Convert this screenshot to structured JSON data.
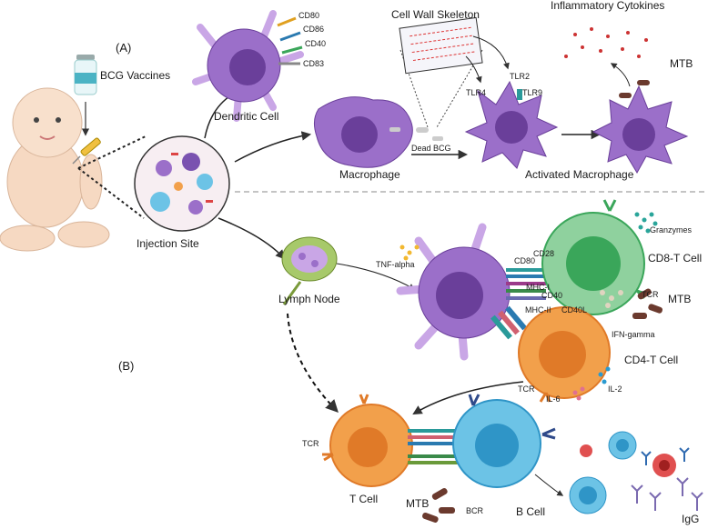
{
  "panels": {
    "a": "(A)",
    "b": "(B)"
  },
  "top": {
    "vaccine": "BCG Vaccines",
    "injection_site": "Injection Site",
    "dendritic_cell": "Dendritic Cell",
    "cd80": "CD80",
    "cd86": "CD86",
    "cd40": "CD40",
    "cd83": "CD83",
    "macrophage": "Macrophage",
    "dead_bcg": "Dead BCG",
    "cell_wall": "Cell Wall Skeleton",
    "tlr2": "TLR2",
    "tlr4": "TLR4",
    "tlr9": "TLR9",
    "activated_macrophage": "Activated Macrophage",
    "cytokines": "Inflammatory Cytokines",
    "mtb": "MTB"
  },
  "bottom": {
    "lymph_node": "Lymph Node",
    "tnf": "TNF-alpha",
    "cd80": "CD80",
    "cd28": "CD28",
    "mhc1": "MHC-I",
    "cd40": "CD40",
    "mhc2": "MHC-II",
    "cd40l": "CD40L",
    "granzymes": "Granzymes",
    "cd8": "CD8-T Cell",
    "tcr_cd8": "TCR",
    "mtb_right": "MTB",
    "ifn": "IFN-gamma",
    "cd4": "CD4-T Cell",
    "tcr_cd4": "TCR",
    "il6": "IL-6",
    "il2": "IL-2",
    "tcr_t": "TCR",
    "t_cell": "T Cell",
    "mtb_bottom": "MTB",
    "bcr": "BCR",
    "b_cell": "B Cell",
    "igg": "IgG"
  },
  "colors": {
    "purple": "#9b6fc9",
    "purple_dark": "#6a3f9a",
    "green": "#8fd19e",
    "green_dark": "#3aa65a",
    "orange": "#f2a04b",
    "orange_dark": "#e07a28",
    "blue": "#6cc3e6",
    "blue_dark": "#2f95c7",
    "mtb": "#6b3a2e"
  }
}
